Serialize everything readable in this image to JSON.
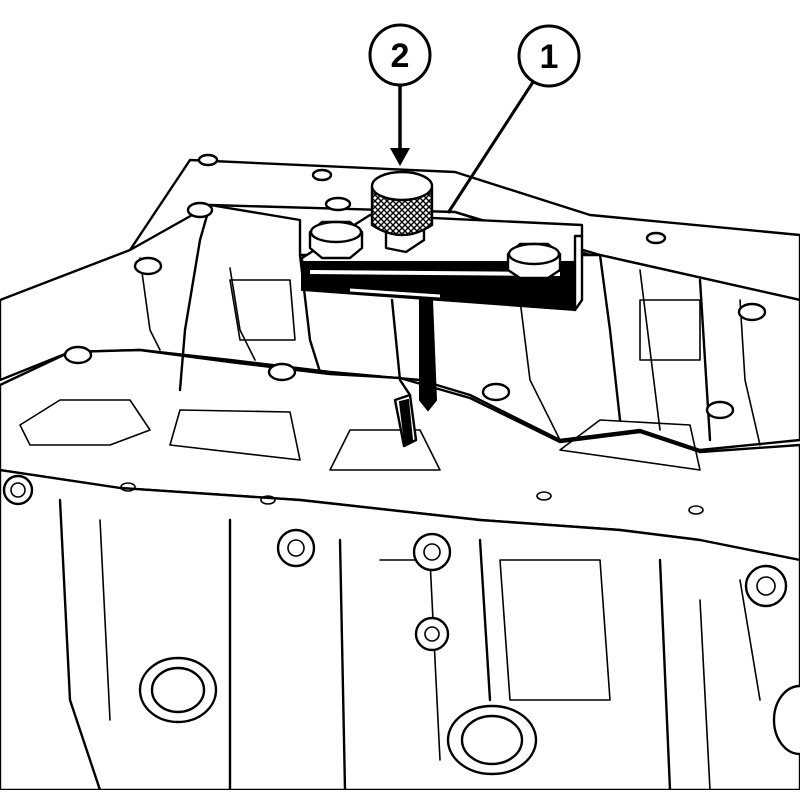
{
  "callouts": [
    {
      "id": "callout-2",
      "label": "2"
    },
    {
      "id": "callout-1",
      "label": "1"
    }
  ],
  "colors": {
    "line": "#000000",
    "background": "#ffffff"
  }
}
